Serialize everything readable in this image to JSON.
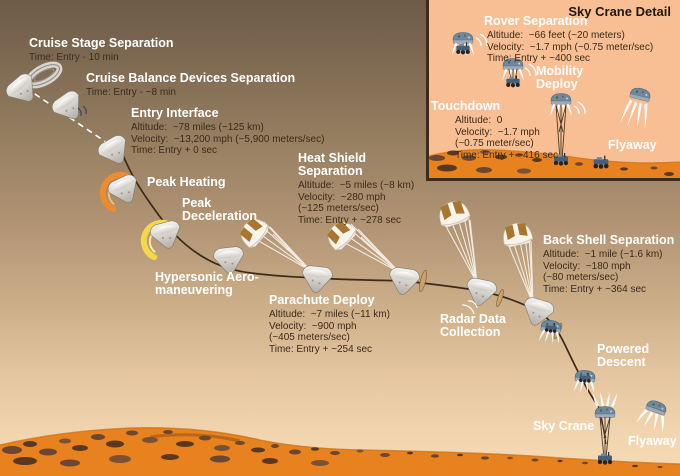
{
  "inset": {
    "title": "Sky Crane Detail",
    "stages": {
      "rover_separation": {
        "label": "Rover Separation",
        "lines": [
          "Altitude:  ~66 feet (~20 meters)",
          "Velocity:  ~1.7 mph (~0.75 meter/sec)",
          "Time: Entry + ~400 sec"
        ]
      },
      "mobility_deploy": {
        "label": "Mobility Deploy"
      },
      "touchdown": {
        "label": "Touchdown",
        "lines": [
          "Altitude:  0",
          "Velocity:  ~1.7 mph",
          "(~0.75 meter/sec)",
          "Time: Entry + ~416 sec"
        ]
      },
      "flyaway": {
        "label": "Flyaway"
      }
    }
  },
  "timeline": {
    "cruise_stage_separation": {
      "label": "Cruise Stage Separation",
      "lines": [
        "Time: Entry - 10 min"
      ]
    },
    "cruise_balance_devices_separation": {
      "label": "Cruise Balance Devices Separation",
      "lines": [
        "Time: Entry - ~8 min"
      ]
    },
    "entry_interface": {
      "label": "Entry Interface",
      "lines": [
        "Altitude:  ~78 miles (~125 km)",
        "Velocity:  ~13,200 mph (~5,900 meters/sec)",
        "Time: Entry + 0 sec"
      ]
    },
    "peak_heating": {
      "label": "Peak Heating"
    },
    "peak_deceleration": {
      "label": "Peak Deceleration"
    },
    "heat_shield_separation": {
      "label": "Heat Shield Separation",
      "lines": [
        "Altitude:  ~5 miles (~8 km)",
        "Velocity:  ~280 mph",
        "(~125 meters/sec)",
        "Time: Entry + ~278 sec"
      ]
    },
    "hypersonic_aero_maneuvering": {
      "label": "Hypersonic Aero-maneuvering"
    },
    "parachute_deploy": {
      "label": "Parachute Deploy",
      "lines": [
        "Altitude:  ~7 miles (~11 km)",
        "Velocity:  ~900 mph",
        "(~405 meters/sec)",
        "Time: Entry + ~254 sec"
      ]
    },
    "radar_data_collection": {
      "label": "Radar Data Collection"
    },
    "back_shell_separation": {
      "label": "Back Shell Separation",
      "lines": [
        "Altitude:  ~1 mile (~1.6 km)",
        "Velocity:  ~180 mph",
        "(~80 meters/sec)",
        "Time: Entry + ~364 sec"
      ]
    },
    "powered_descent": {
      "label": "Powered Descent"
    },
    "sky_crane": {
      "label": "Sky Crane"
    },
    "flyaway": {
      "label": "Flyaway"
    }
  },
  "colors": {
    "inset_background": "#F8BF94",
    "ground_orange": "#E8821E",
    "rock_brown": "#6B4630",
    "peak_heating_arc": "#EF8A2E",
    "peak_deceleration_arc": "#F3D84A",
    "header_text": "#FFFFFF",
    "body_text": "#3D2B1A"
  }
}
